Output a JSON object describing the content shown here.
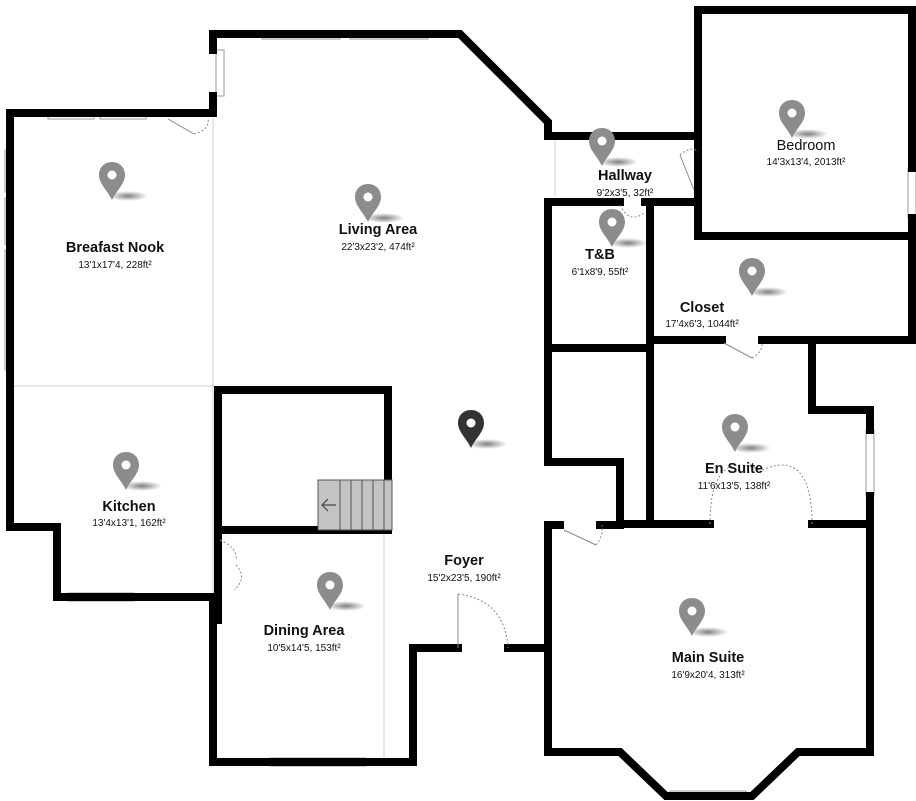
{
  "rooms": [
    {
      "name": "Breafast Nook",
      "dims": "13'1x17'4, 228ft²"
    },
    {
      "name": "Living Area",
      "dims": "22'3x23'2, 474ft²"
    },
    {
      "name": "Hallway",
      "dims": "9'2x3'5, 32ft²"
    },
    {
      "name": "Bedroom",
      "dims": "14'3x13'4, 2013ft²"
    },
    {
      "name": "T&B",
      "dims": "6'1x8'9, 55ft²"
    },
    {
      "name": "Closet",
      "dims": "17'4x6'3, 1044ft²"
    },
    {
      "name": "Kitchen",
      "dims": "13'4x13'1, 162ft²"
    },
    {
      "name": "En Suite",
      "dims": "11'6x13'5, 138ft²"
    },
    {
      "name": "Foyer",
      "dims": "15'2x23'5, 190ft²"
    },
    {
      "name": "Dining Area",
      "dims": "10'5x14'5, 153ft²"
    },
    {
      "name": "Main Suite",
      "dims": "16'9x20'4, 313ft²"
    }
  ],
  "colors": {
    "wall": "#000000",
    "pin": "#8c8c8c",
    "pin_active": "#333333",
    "stairs": "#c4c4c4"
  },
  "icons": {
    "pin": "map-pin-icon",
    "current_location": "current-location-pin-icon",
    "stairs_arrow": "arrow-left-icon"
  }
}
